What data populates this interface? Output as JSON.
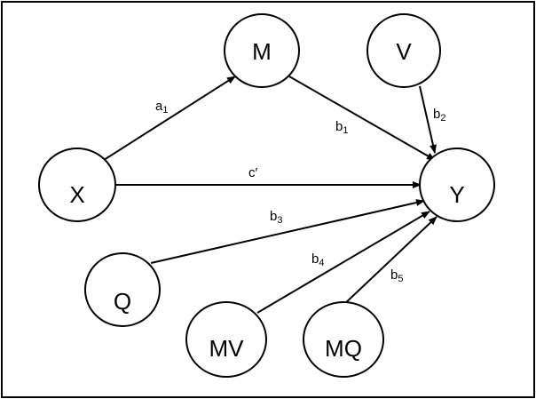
{
  "nodes": {
    "M": "M",
    "V": "V",
    "X": "X",
    "Y": "Y",
    "Q": "Q",
    "MV": "MV",
    "MQ": "MQ"
  },
  "edges": {
    "a1": {
      "base": "a",
      "sub": "1",
      "from": "X",
      "to": "M"
    },
    "b1": {
      "base": "b",
      "sub": "1",
      "from": "M",
      "to": "Y"
    },
    "b2": {
      "base": "b",
      "sub": "2",
      "from": "V",
      "to": "Y"
    },
    "c_prime": {
      "base": "c′",
      "sub": "",
      "from": "X",
      "to": "Y"
    },
    "b3": {
      "base": "b",
      "sub": "3",
      "from": "Q",
      "to": "Y"
    },
    "b4": {
      "base": "b",
      "sub": "4",
      "from": "MV",
      "to": "Y"
    },
    "b5": {
      "base": "b",
      "sub": "5",
      "from": "MQ",
      "to": "Y"
    }
  }
}
